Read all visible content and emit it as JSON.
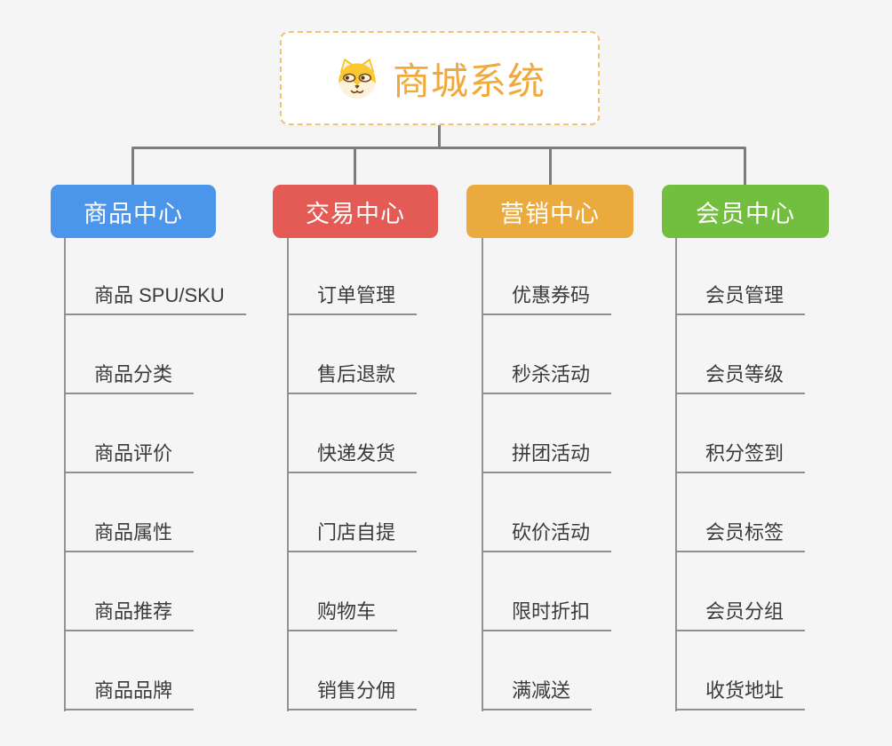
{
  "root": {
    "title": "商城系统",
    "icon": "dog-icon"
  },
  "branches": [
    {
      "label": "商品中心",
      "color": "#4b96ea",
      "items": [
        "商品 SPU/SKU",
        "商品分类",
        "商品评价",
        "商品属性",
        "商品推荐",
        "商品品牌"
      ]
    },
    {
      "label": "交易中心",
      "color": "#e45a55",
      "items": [
        "订单管理",
        "售后退款",
        "快递发货",
        "门店自提",
        "购物车",
        "销售分佣"
      ]
    },
    {
      "label": "营销中心",
      "color": "#ebaa3d",
      "items": [
        "优惠券码",
        "秒杀活动",
        "拼团活动",
        "砍价活动",
        "限时折扣",
        "满减送"
      ]
    },
    {
      "label": "会员中心",
      "color": "#72be3e",
      "items": [
        "会员管理",
        "会员等级",
        "积分签到",
        "会员标签",
        "会员分组",
        "收货地址"
      ]
    }
  ],
  "colors": {
    "background": "#f5f5f5",
    "root_border": "#f3c273",
    "root_text": "#f0a93c",
    "connector": "#7d7d7d",
    "underline": "#8f8f8f",
    "item_text": "#3b3b3b"
  }
}
